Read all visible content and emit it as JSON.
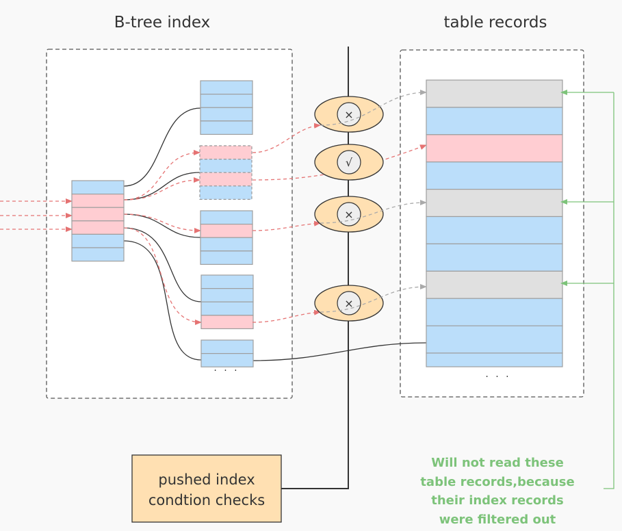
{
  "titles": {
    "left": "B-tree index",
    "right": "table records"
  },
  "colors": {
    "background": "#f9f9f9",
    "panel": "#ffffff",
    "blue": "#bbdefa",
    "pink": "#ffcdd2",
    "gray": "#e0e0e0",
    "ellipse": "#ffe0b2",
    "circle": "#eeeeee",
    "red_dash": "#e57373",
    "gray_dash": "#aaaaaa",
    "green": "#7dc37a",
    "line": "#333333",
    "border": "#9e9e9e"
  },
  "index": {
    "root_rows": [
      "blue",
      "pink",
      "pink",
      "pink",
      "blue",
      "blue"
    ],
    "leaves": [
      {
        "rows": [
          "blue",
          "blue",
          "blue",
          "blue"
        ],
        "dashed": false
      },
      {
        "rows": [
          "pink",
          "blue",
          "pink",
          "blue"
        ],
        "dashed": true
      },
      {
        "rows": [
          "blue",
          "pink",
          "blue",
          "blue"
        ],
        "dashed": false
      },
      {
        "rows": [
          "blue",
          "blue",
          "blue",
          "pink"
        ],
        "dashed": false
      },
      {
        "rows": [
          "blue",
          "blue"
        ],
        "dashed": false
      }
    ],
    "ellipsis": "· · ·"
  },
  "checks": [
    {
      "result": "fail",
      "symbol": "×"
    },
    {
      "result": "pass",
      "symbol": "√"
    },
    {
      "result": "fail",
      "symbol": "×"
    },
    {
      "result": "fail",
      "symbol": "×"
    }
  ],
  "table": {
    "rows": [
      "gray",
      "blue",
      "pink",
      "blue",
      "gray",
      "blue",
      "blue",
      "gray",
      "blue",
      "blue",
      "blue"
    ],
    "ellipsis": "· · ·"
  },
  "pushed_box": {
    "line1": "pushed index",
    "line2": "condtion checks"
  },
  "note": {
    "lines": [
      "Will not read these",
      "table records,because",
      "their index records",
      "were filtered out"
    ]
  }
}
